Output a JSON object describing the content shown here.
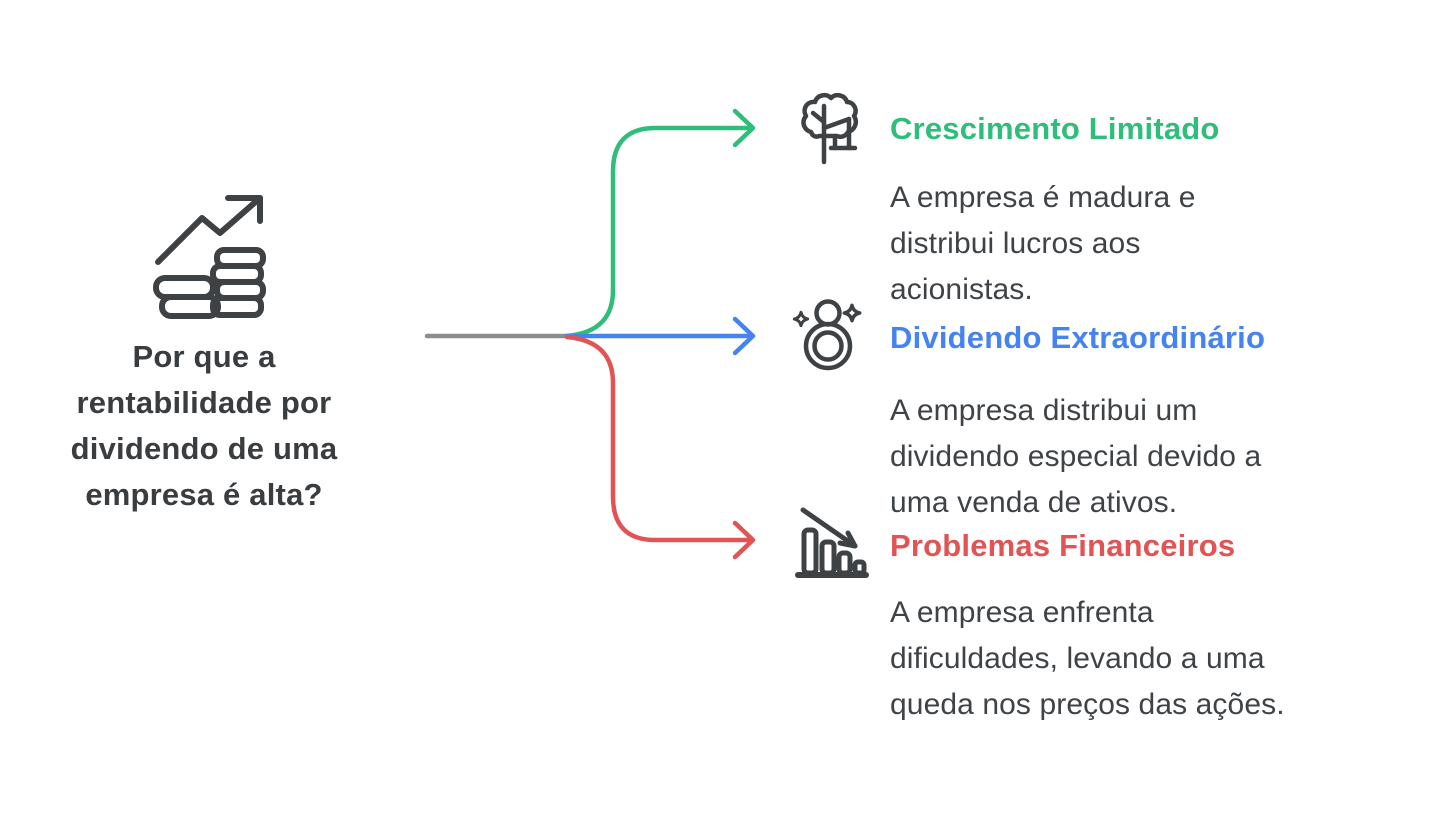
{
  "root": {
    "icon": "growth-chart-coins-icon",
    "question": "Por que a\nrentabilidade por\ndividendo de uma\nempresa é alta?"
  },
  "connector": {
    "trunk_color": "#8c8c8c"
  },
  "colors": {
    "ink": "#3f4245",
    "body_text": "#3f4347",
    "question_text": "#3a3d40"
  },
  "branches": [
    {
      "icon": "tree-icon",
      "color": "#2fbe7a",
      "title": "Crescimento Limitado",
      "description": "A empresa é madura e\ndistribui lucros aos\nacionistas."
    },
    {
      "icon": "ring-icon",
      "color": "#4583f0",
      "title": "Dividendo Extraordinário",
      "description": "A empresa distribui um\ndividendo especial devido a\numa venda de ativos."
    },
    {
      "icon": "bar-chart-decline-icon",
      "color": "#e25353",
      "title": "Problemas Financeiros",
      "description": "A empresa enfrenta\ndificuldades, levando a uma\nqueda nos preços das ações."
    }
  ]
}
